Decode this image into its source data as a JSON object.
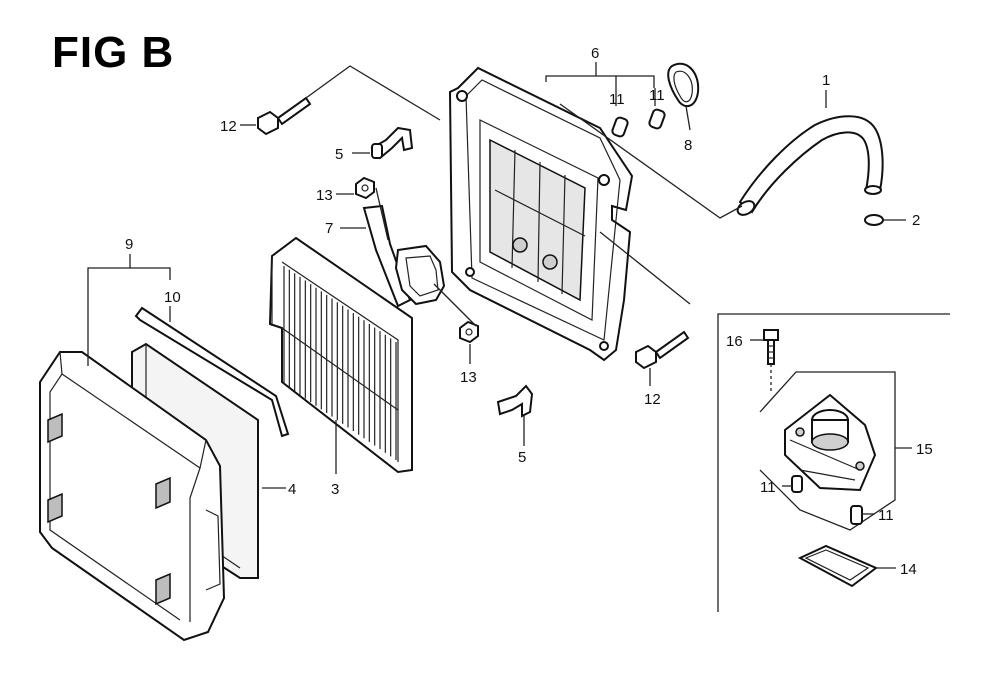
{
  "figure": {
    "title": "FIG B"
  },
  "callouts": {
    "c1": "1",
    "c2": "2",
    "c3": "3",
    "c4": "4",
    "c5a": "5",
    "c5b": "5",
    "c6": "6",
    "c7": "7",
    "c8": "8",
    "c9": "9",
    "c10": "10",
    "c11a": "11",
    "c11b": "11",
    "c11c": "11",
    "c11d": "11",
    "c12a": "12",
    "c12b": "12",
    "c13a": "13",
    "c13b": "13",
    "c14": "14",
    "c15": "15",
    "c16": "16"
  }
}
